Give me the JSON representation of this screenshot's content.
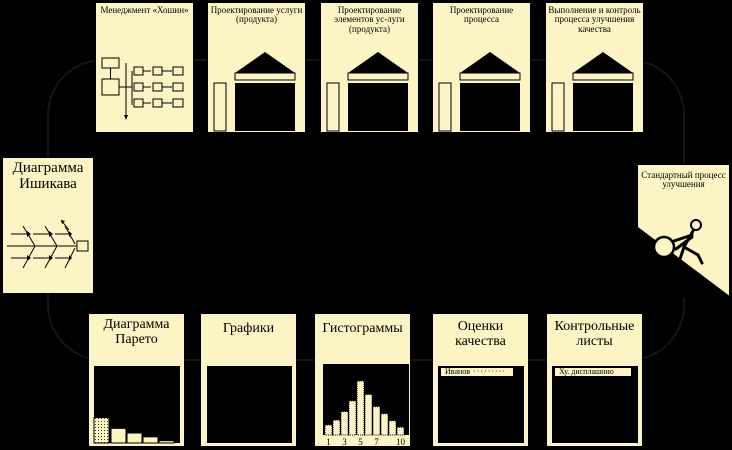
{
  "theme": {
    "card": "#fcf4c4",
    "background": "#000000",
    "ink": "#000000"
  },
  "top_cards": [
    {
      "key": "hoshin",
      "label": "Менеджмент «Хошин»"
    },
    {
      "key": "service",
      "label": "Проектирование услуги (продукта)"
    },
    {
      "key": "elements",
      "label": "Проектирование элементов ус-луги (продукта)"
    },
    {
      "key": "process",
      "label": "Проектирование процесса"
    },
    {
      "key": "control",
      "label": "Выполнение и контроль процесса улучшения качества"
    }
  ],
  "left_card": {
    "label": "Диаграмма Ишикава"
  },
  "right_card": {
    "label": "Стандартный процесс улучшения"
  },
  "bottom_cards": [
    {
      "key": "pareto",
      "label": "Диаграмма Парето",
      "bars": [
        0.33,
        0.19,
        0.13,
        0.08,
        0.03
      ]
    },
    {
      "key": "graphs",
      "label": "Графики"
    },
    {
      "key": "histogram",
      "label": "Гистограммы",
      "bars": [
        0.14,
        0.21,
        0.33,
        0.48,
        0.76,
        0.57,
        0.4,
        0.3,
        0.2,
        0.11
      ],
      "ticks": [
        "1",
        "3",
        "5",
        "7",
        "10"
      ]
    },
    {
      "key": "quality",
      "label": "Оценки качества",
      "note": "Иванов"
    },
    {
      "key": "checklists",
      "label": "Контрольные листы",
      "note": "Ху. дисплашнио"
    }
  ]
}
